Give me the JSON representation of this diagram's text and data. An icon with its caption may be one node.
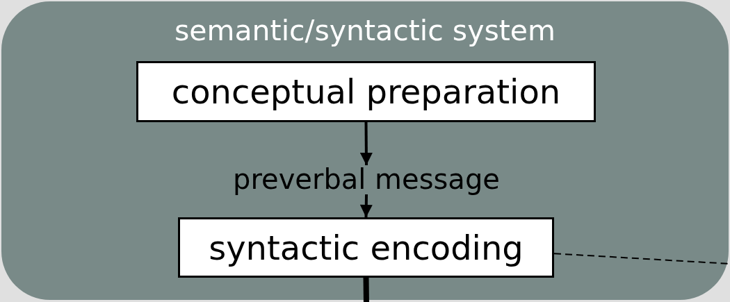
{
  "diagram": {
    "nodes": [
      {
        "text": [
          "semantic/syntactic system"
        ]
      },
      {
        "text": [
          "conceptual preparation"
        ],
        "in": 0
      },
      {
        "text": [
          "preverbal message"
        ],
        "in": 0
      },
      {
        "text": [
          "syntactic encoding"
        ],
        "in": 0
      }
    ],
    "edges": [
      {
        "from": 1,
        "to": 2,
        "arrow": "to"
      },
      {
        "from": 2,
        "to": 3,
        "arrow": "to"
      },
      {
        "from": 3,
        "to": null,
        "arrow": "none",
        "style": "dashed"
      },
      {
        "from": 3,
        "to": null,
        "arrow": "none",
        "style": "thick"
      }
    ]
  }
}
